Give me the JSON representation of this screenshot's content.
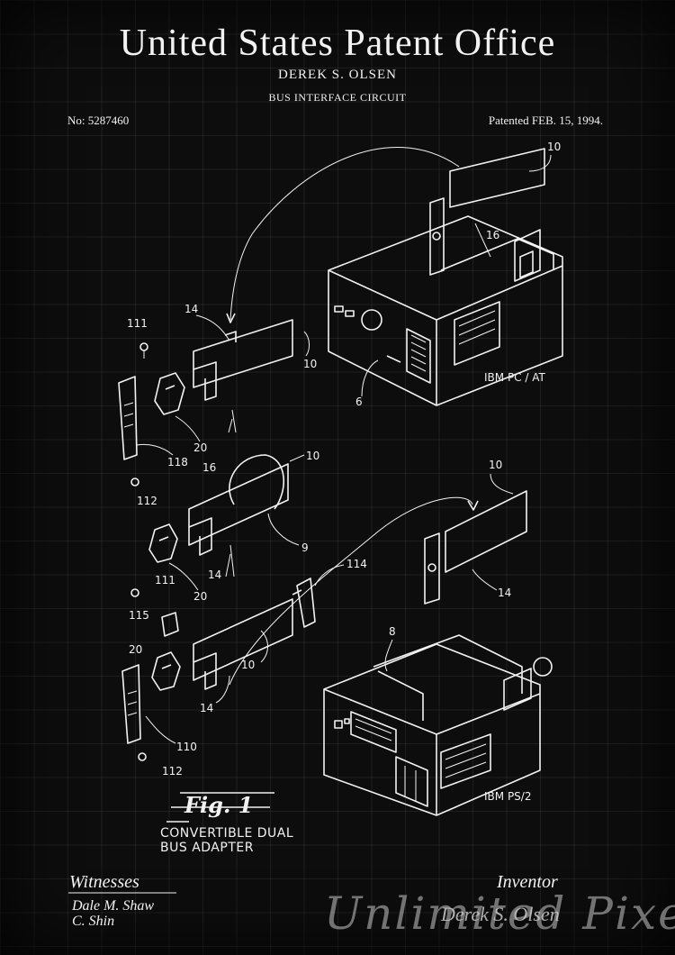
{
  "header": {
    "title": "United States Patent Office",
    "inventor": "DEREK S. OLSEN",
    "invention": "BUS INTERFACE CIRCUIT",
    "patent_number": "No: 5287460",
    "patent_date": "Patented FEB. 15, 1994."
  },
  "drawing": {
    "figure_label": "Fig. 1",
    "computer_labels": {
      "top": "IBM PC / AT",
      "bottom": "IBM PS/2"
    },
    "ref_numerals": [
      "10",
      "16",
      "6",
      "14",
      "111",
      "118",
      "20",
      "112",
      "9",
      "114",
      "115",
      "8",
      "110"
    ]
  },
  "caption": {
    "line1": "CONVERTIBLE  DUAL",
    "line2": "BUS ADAPTER"
  },
  "witnesses": {
    "heading": "Witnesses",
    "names": [
      "Dale M. Shaw",
      "C. Shin"
    ]
  },
  "inventor_block": {
    "heading": "Inventor",
    "signature": "Derek S. Olsen"
  },
  "watermark": "Unlimited Pixel"
}
